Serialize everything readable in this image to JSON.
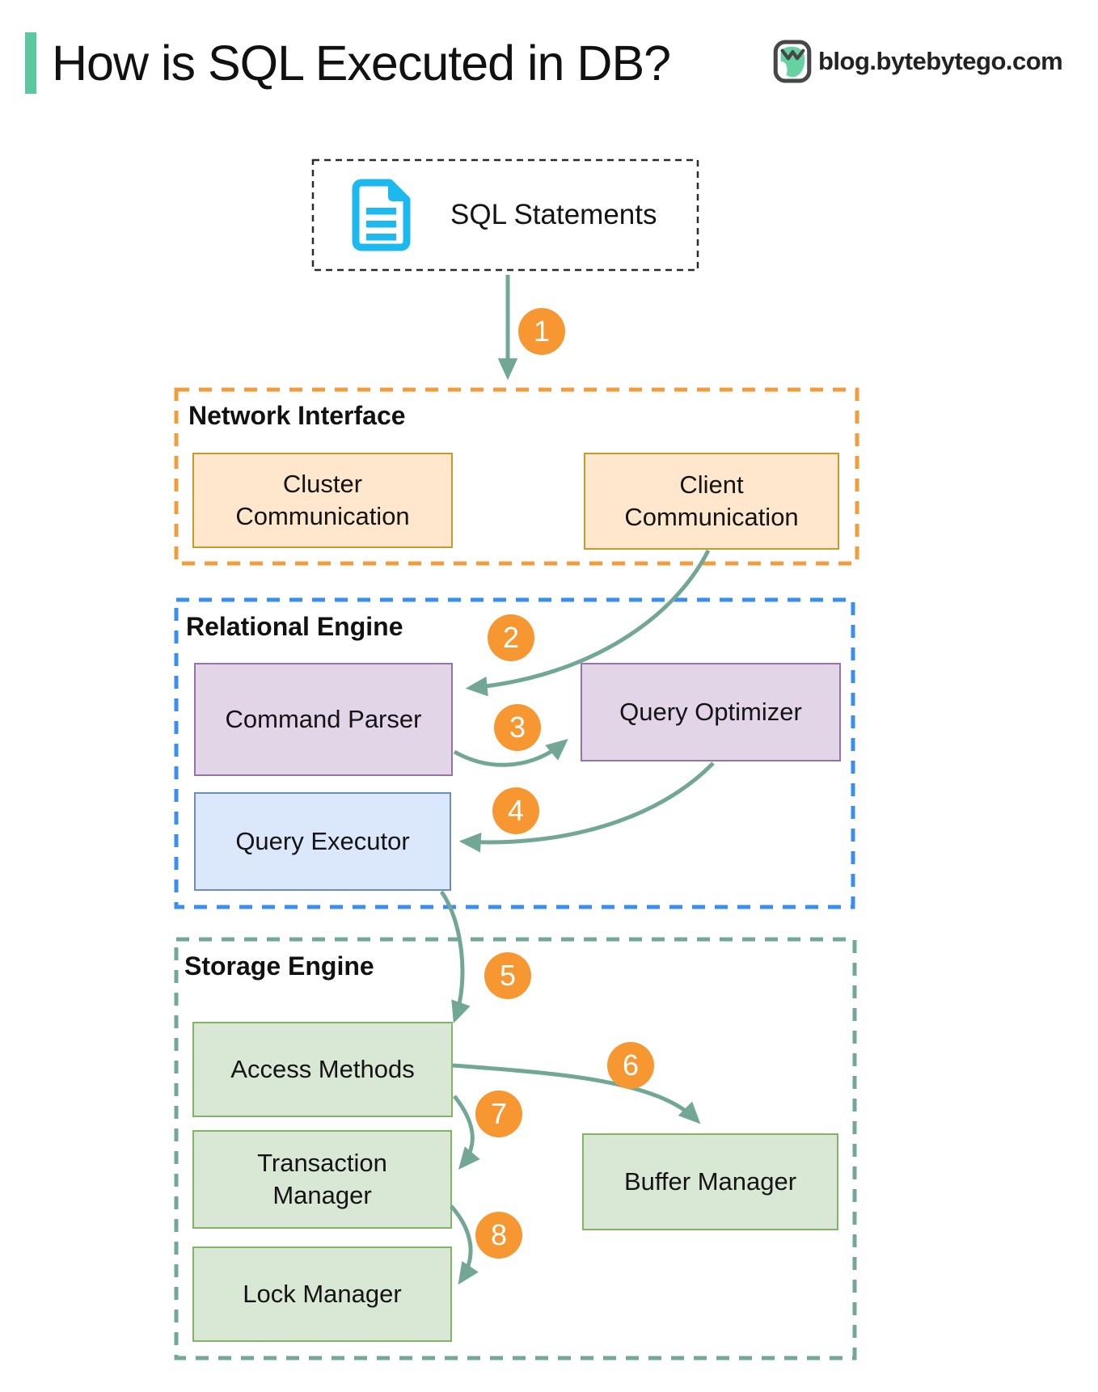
{
  "header": {
    "title": "How is SQL Executed in DB?",
    "site": "blog.bytebytego.com",
    "accent_bar_color": "#5BC8A0"
  },
  "sql_source": {
    "label": "SQL Statements",
    "icon": "sql-document-icon",
    "icon_color": "#1CB9EE"
  },
  "sections": [
    {
      "label": "Network Interface",
      "border_color": "#F19C3D",
      "boxes": [
        {
          "label": "Cluster Communication",
          "fill": "#FFE7CE",
          "stroke": "#C8992B"
        },
        {
          "label": "Client Communication",
          "fill": "#FFE7CE",
          "stroke": "#C8992B"
        }
      ]
    },
    {
      "label": "Relational Engine",
      "border_color": "#3A8EF0",
      "boxes": [
        {
          "label": "Command Parser",
          "fill": "#E2D5E8",
          "stroke": "#9673A6"
        },
        {
          "label": "Query Optimizer",
          "fill": "#E2D5E8",
          "stroke": "#9673A6"
        },
        {
          "label": "Query Executor",
          "fill": "#DBE8FC",
          "stroke": "#6C8EBF"
        }
      ]
    },
    {
      "label": "Storage Engine",
      "border_color": "#73A79A",
      "boxes": [
        {
          "label": "Access Methods",
          "fill": "#D9E8D4",
          "stroke": "#82B366"
        },
        {
          "label": "Transaction Manager",
          "fill": "#D9E8D4",
          "stroke": "#82B366"
        },
        {
          "label": "Buffer Manager",
          "fill": "#D9E8D4",
          "stroke": "#82B366"
        },
        {
          "label": "Lock Manager",
          "fill": "#D9E8D4",
          "stroke": "#82B366"
        }
      ]
    }
  ],
  "steps": [
    "1",
    "2",
    "3",
    "4",
    "5",
    "6",
    "7",
    "8"
  ],
  "step_circle_color": "#F79732",
  "arrow_color": "#72A796"
}
